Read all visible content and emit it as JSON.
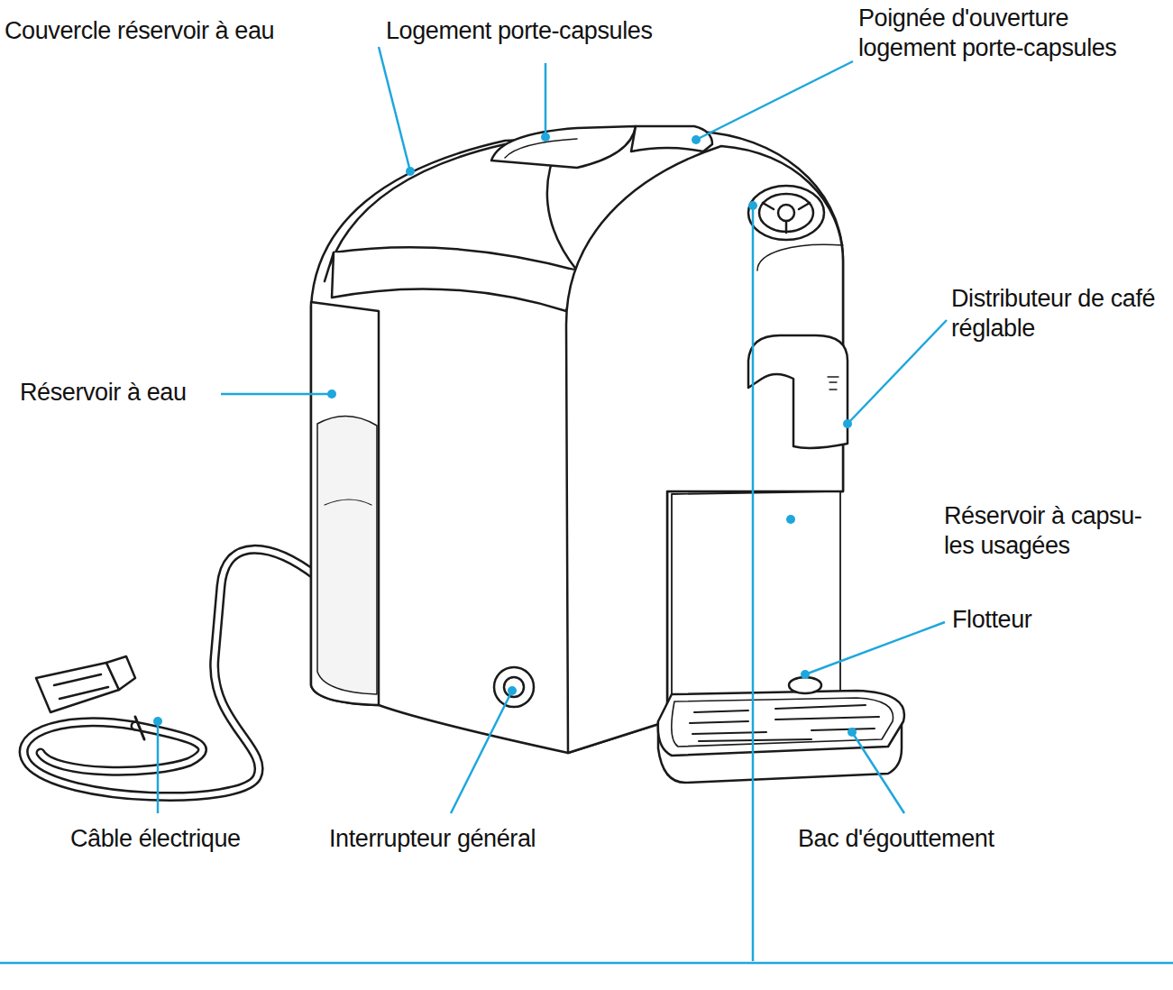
{
  "diagram": {
    "labels": [
      "Couvercle réservoir à eau",
      "Logement porte-capsules",
      "Poignée d'ouverture logement porte-capsules",
      "Distributeur de café réglable",
      "Réservoir à eau",
      "Réservoir à capsu- les usagées",
      "Flotteur",
      "Câble électrique",
      "Interrupteur général",
      "Bac d'égouttement"
    ]
  }
}
